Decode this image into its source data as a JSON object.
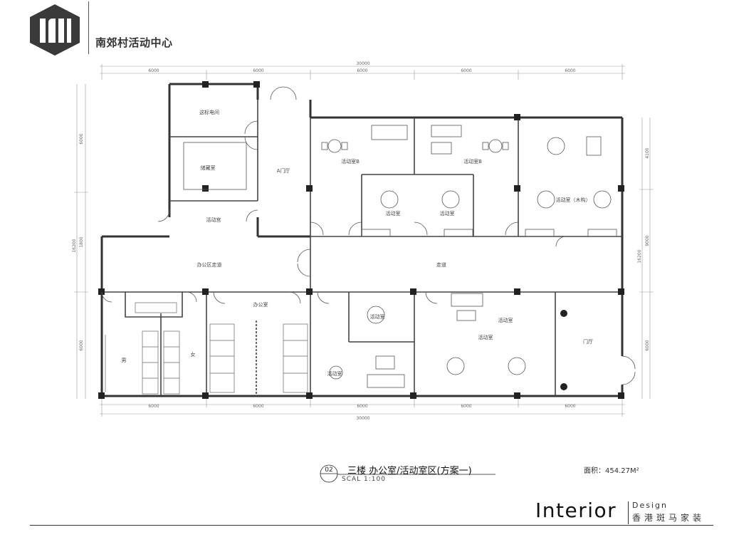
{
  "header": {
    "title": "南郊村活动中心"
  },
  "dimensions": {
    "total": "30000",
    "top": [
      "6000",
      "6000",
      "6000",
      "6000",
      "6000"
    ],
    "bottom": [
      "6000",
      "6000",
      "6000",
      "6000",
      "6000"
    ],
    "left_total": "16200",
    "left_top": "6000",
    "left_mid": "1800",
    "left_bottom": "6000",
    "right_total": "16200",
    "right_top": "4100",
    "right_mid": "9000",
    "right_bottom": "6000"
  },
  "rooms": {
    "r1": "这标电间",
    "r2": "储藏室",
    "r3": "A门厅",
    "r4": "活动宫",
    "r5": "活动室B",
    "r6": "活动室B",
    "r7": "活动室（木构）",
    "r8": "活动室",
    "r9": "活动室",
    "r10": "办公区走道",
    "r11": "走道",
    "r12": "男",
    "r13": "女",
    "r14": "办公室",
    "r15": "活动室",
    "r16": "活动室",
    "r17": "活动室",
    "r18": "活动室",
    "r19": "门厅"
  },
  "caption": {
    "number": "02",
    "title": "三楼  办公室/活动室区(方案一)",
    "scale": "SCAL    1:100",
    "area": "面积：454.27M²"
  },
  "brand": {
    "interior": "Interior",
    "design": "Design",
    "cn": "香港斑马家装"
  }
}
